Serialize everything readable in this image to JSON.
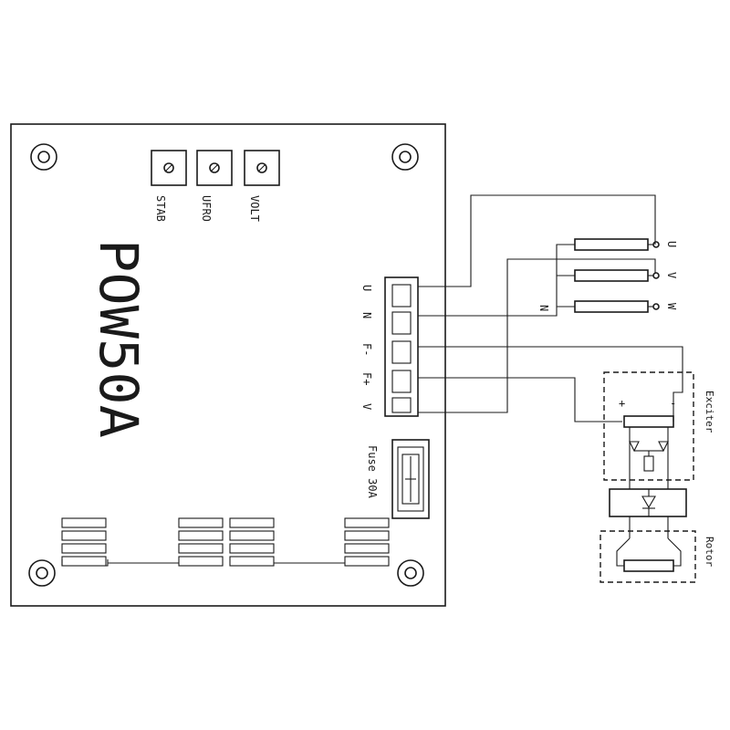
{
  "board": {
    "model": "POW50A",
    "pots": [
      "STAB",
      "UFRO",
      "VOLT"
    ],
    "terminals": [
      "U",
      "N",
      "F-",
      "F+",
      "V"
    ],
    "fuse_label": "Fuse 30A"
  },
  "generator": {
    "phases": [
      "U",
      "V",
      "W"
    ],
    "neutral_label": "N",
    "exciter_label": "Exciter",
    "exciter_plus": "+",
    "exciter_minus": "-",
    "rotor_label": "Rotor"
  }
}
